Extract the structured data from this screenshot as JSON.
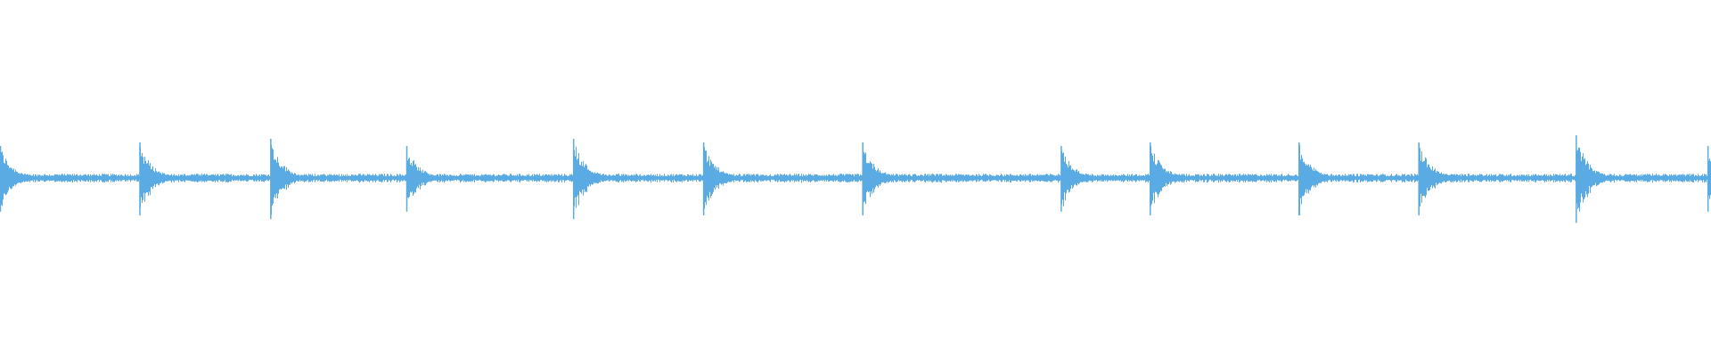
{
  "waveform": {
    "color": "#5aabe3",
    "background": "#ffffff",
    "type": "audio-waveform",
    "onset_times_fraction": [
      0.0,
      0.0815,
      0.158,
      0.2375,
      0.335,
      0.411,
      0.504,
      0.62,
      0.672,
      0.759,
      0.829,
      0.921,
      0.998
    ],
    "onset_peak_amplitude": [
      0.09,
      0.1,
      0.11,
      0.09,
      0.11,
      0.1,
      0.1,
      0.09,
      0.1,
      0.1,
      0.1,
      0.12,
      0.09
    ],
    "baseline_amplitude": 0.012
  }
}
